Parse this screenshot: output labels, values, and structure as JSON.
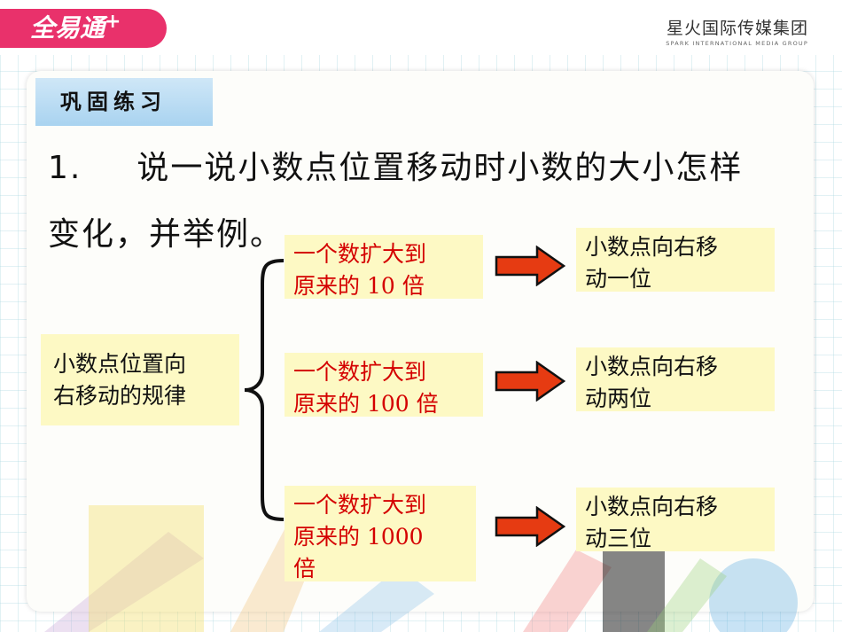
{
  "header": {
    "logo_text": "全易通",
    "logo_plus": "+",
    "publisher_cn": "星火国际传媒集团",
    "publisher_en": "SPARK INTERNATIONAL MEDIA GROUP"
  },
  "section": {
    "label": "巩固练习"
  },
  "question": {
    "number": "1.",
    "line1": "说一说小数点位置移动时小数的大小怎样",
    "line2": "变化，并举例。"
  },
  "diagram": {
    "source": {
      "line1": "小数点位置向",
      "line2": "右移动的规律"
    },
    "middle": [
      {
        "line1": "一个数扩大到",
        "line2": "原来的 10 倍"
      },
      {
        "line1": "一个数扩大到",
        "line2": "原来的 100 倍"
      },
      {
        "line1": "一个数扩大到",
        "line2": "原来的 1000",
        "line3": "倍"
      }
    ],
    "result": [
      {
        "line1": "小数点向右移",
        "line2": "动一位"
      },
      {
        "line1": "小数点向右移",
        "line2": "动两位"
      },
      {
        "line1": "小数点向右移",
        "line2": "动三位"
      }
    ]
  },
  "colors": {
    "logo_bg": "#e9316b",
    "highlight_box": "#fdf9c4",
    "red_text": "#d40000",
    "arrow_fill": "#e63b12",
    "tag_bg": "#a9d3f0"
  }
}
